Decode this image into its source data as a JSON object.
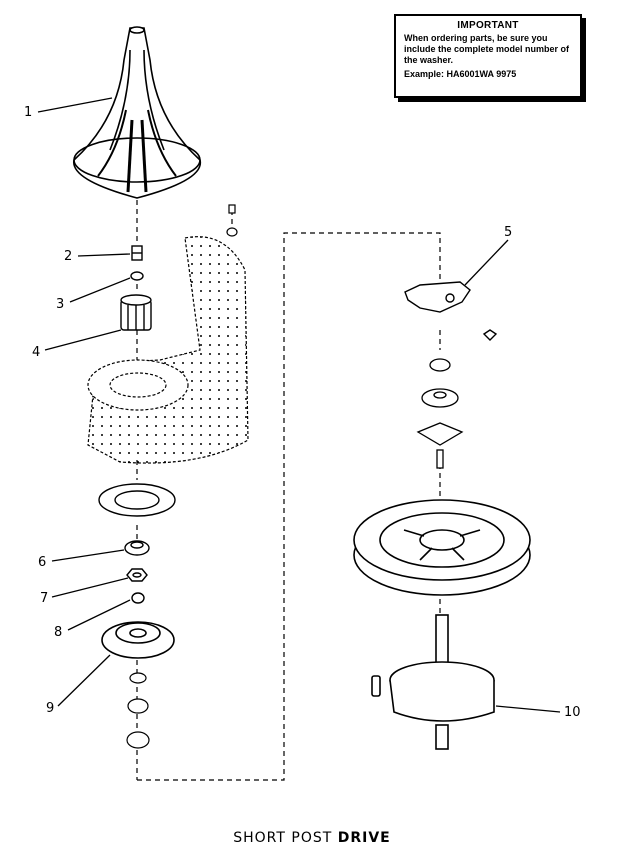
{
  "note": {
    "title": "IMPORTANT",
    "body": "When ordering parts, be sure you include the complete model number of the washer.",
    "example": "Example: HA6001WA  9975"
  },
  "caption": {
    "part1": "SHORT POST",
    "part2": "DRIVE"
  },
  "callouts": [
    {
      "id": "1",
      "label": "1"
    },
    {
      "id": "2",
      "label": "2"
    },
    {
      "id": "3",
      "label": "3"
    },
    {
      "id": "4",
      "label": "4"
    },
    {
      "id": "5",
      "label": "5"
    },
    {
      "id": "6",
      "label": "6"
    },
    {
      "id": "7",
      "label": "7"
    },
    {
      "id": "8",
      "label": "8"
    },
    {
      "id": "9",
      "label": "9"
    },
    {
      "id": "10",
      "label": "10"
    }
  ]
}
